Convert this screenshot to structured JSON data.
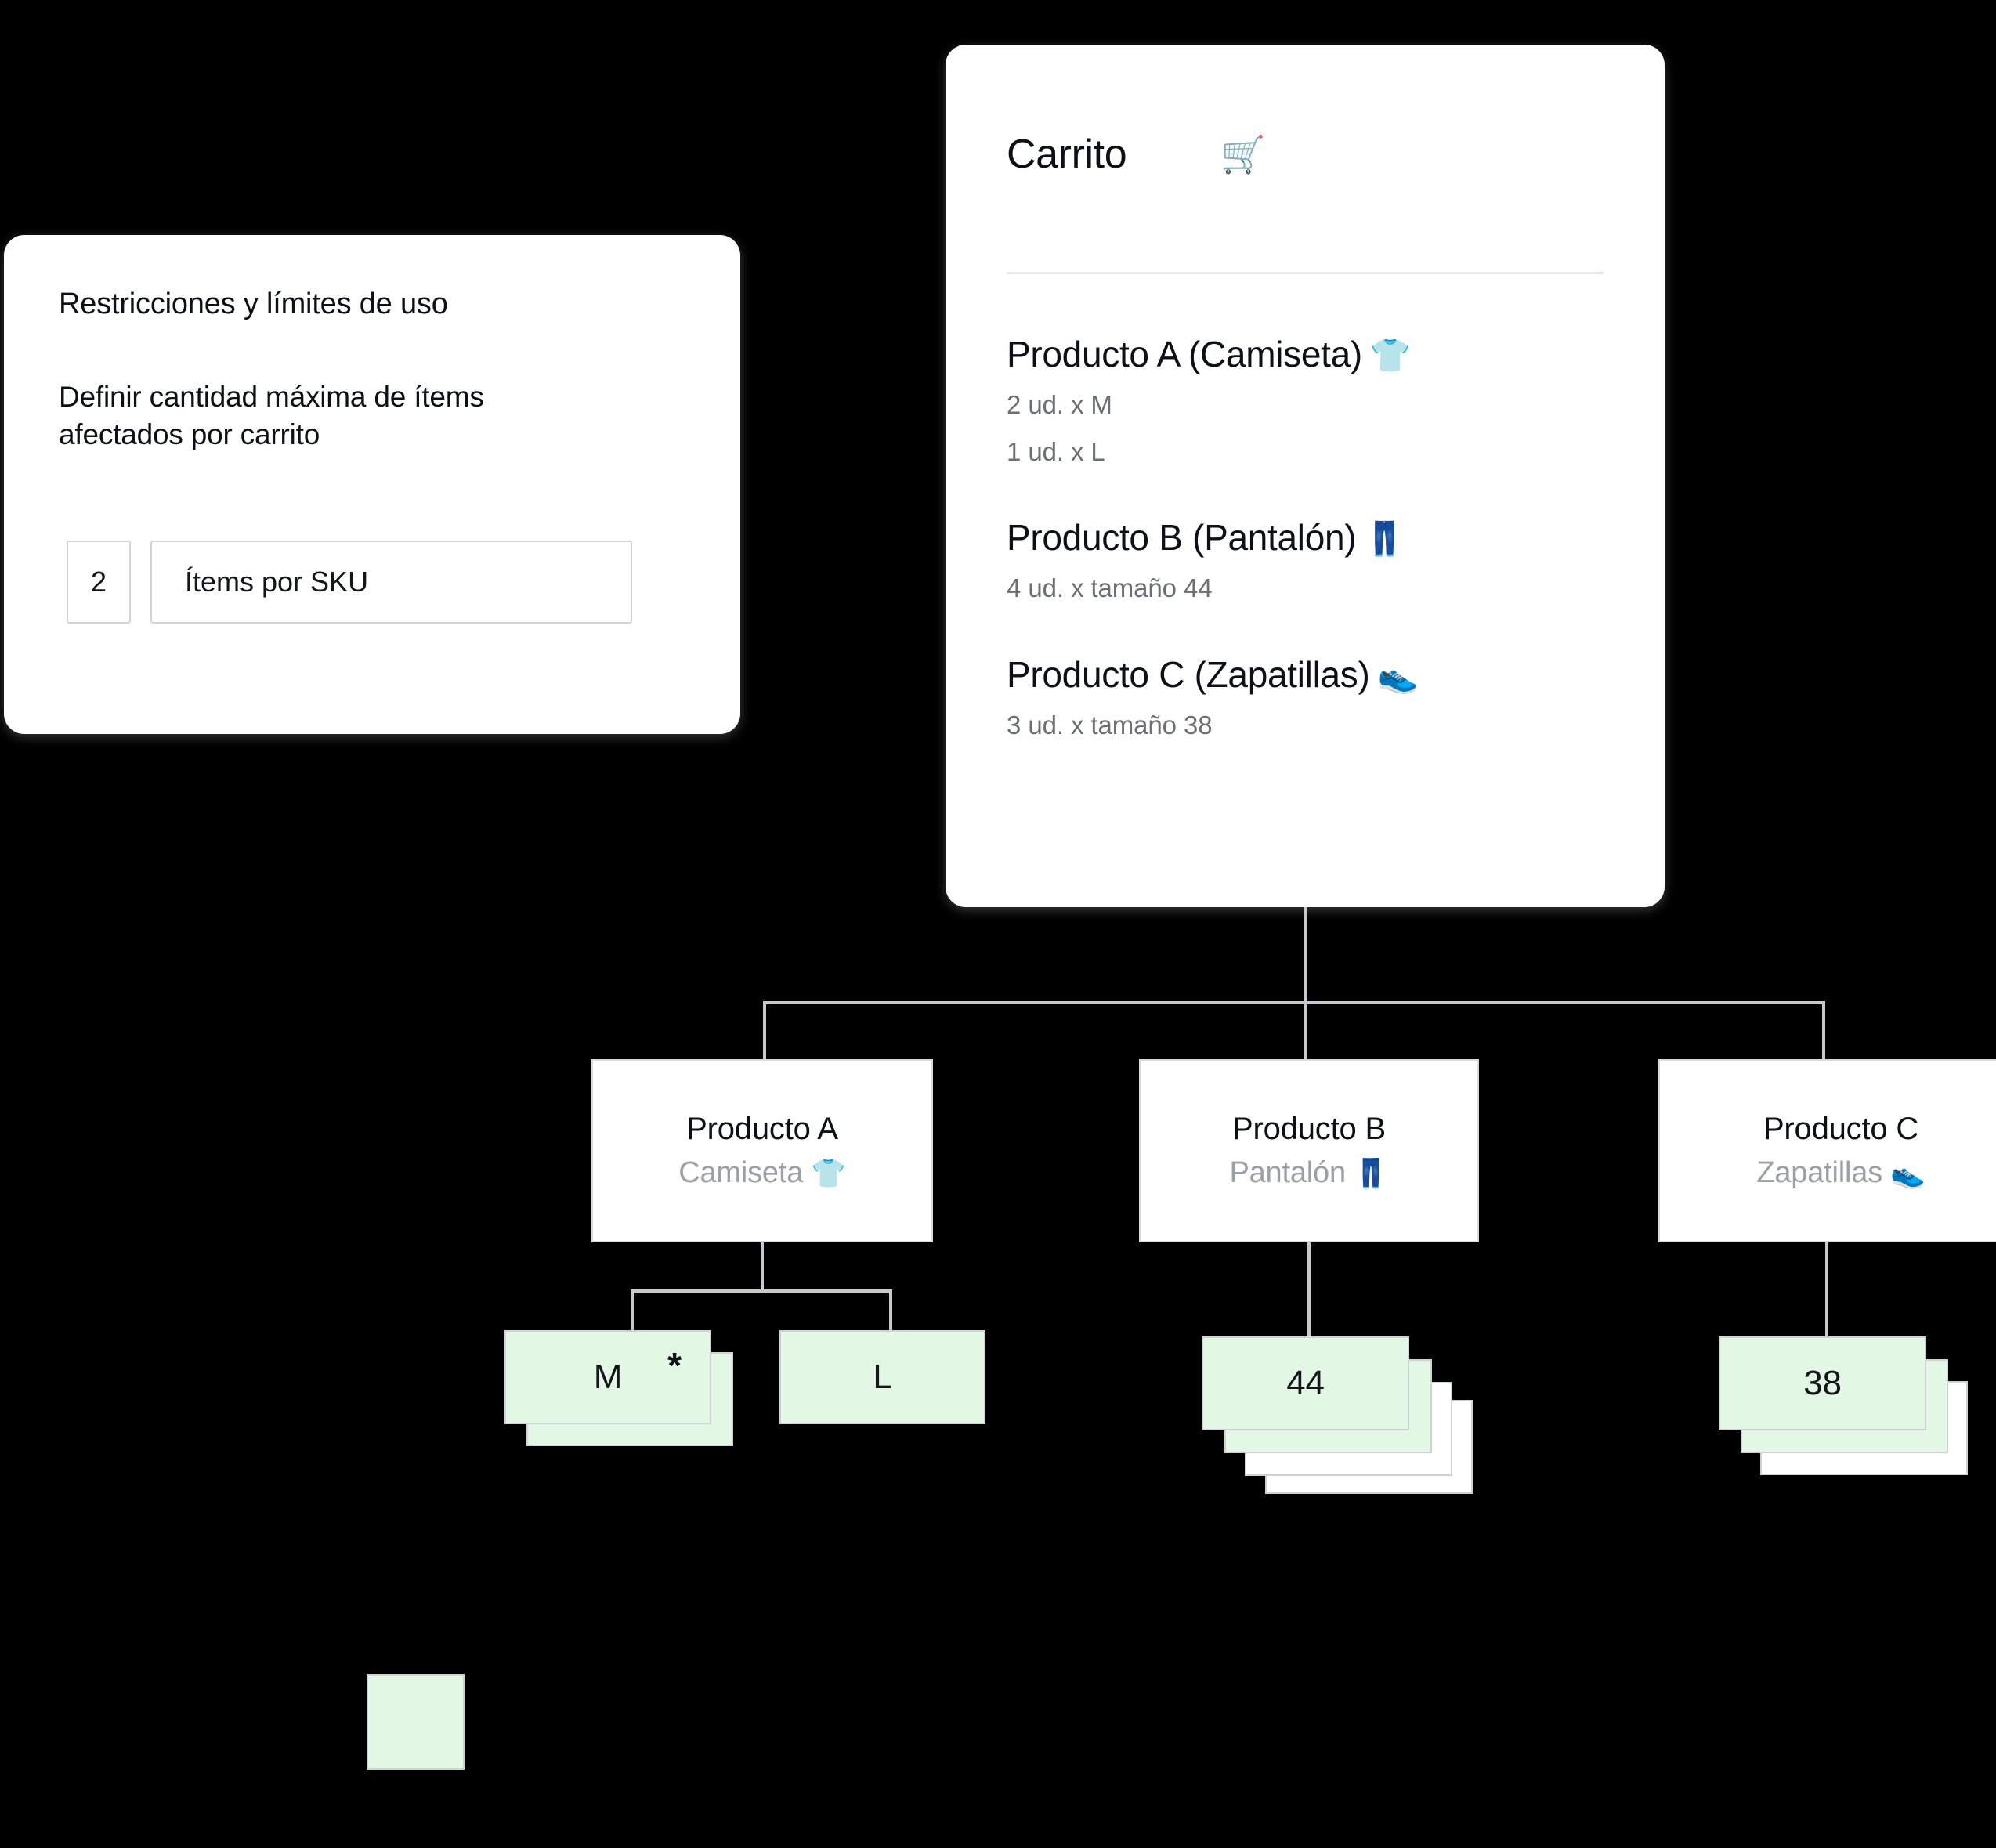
{
  "restrictions": {
    "title": "Restricciones y límites de uso",
    "description": "Definir cantidad máxima de ítems afectados por carrito",
    "limit_value": "2",
    "limit_label": "Ítems por SKU"
  },
  "cart": {
    "title": "Carrito",
    "icon": "🛒",
    "icon_name": "shopping-cart-icon",
    "items": [
      {
        "name": "Producto A (Camiseta)",
        "emoji": "👕",
        "emoji_name": "tshirt-icon",
        "lines": [
          "2 ud. x M",
          "1 ud. x L"
        ]
      },
      {
        "name": "Producto B (Pantalón)",
        "emoji": "👖",
        "emoji_name": "jeans-icon",
        "lines": [
          "4 ud. x tamaño 44"
        ]
      },
      {
        "name": "Producto C (Zapatillas)",
        "emoji": "👟",
        "emoji_name": "sneaker-icon",
        "lines": [
          "3 ud. x  tamaño 38"
        ]
      }
    ]
  },
  "tree": {
    "products": [
      {
        "title": "Producto A",
        "subtitle": "Camiseta",
        "emoji": "👕",
        "emoji_name": "tshirt-icon"
      },
      {
        "title": "Producto B",
        "subtitle": "Pantalón",
        "emoji": "👖",
        "emoji_name": "jeans-icon"
      },
      {
        "title": "Producto C",
        "subtitle": "Zapatillas",
        "emoji": "👟",
        "emoji_name": "sneaker-icon"
      }
    ],
    "variants": [
      {
        "label": "M",
        "star": "*"
      },
      {
        "label": "L",
        "star": ""
      },
      {
        "label": "44",
        "star": ""
      },
      {
        "label": "38",
        "star": ""
      }
    ]
  },
  "colors": {
    "background": "#000000",
    "card": "#ffffff",
    "variant_green": "#e2f7e4",
    "connector": "#c8c9cb",
    "muted_text": "#9aa0a6",
    "body_text": "#0d1117",
    "subtle_text": "#6b7075",
    "border": "#d9dadc"
  }
}
